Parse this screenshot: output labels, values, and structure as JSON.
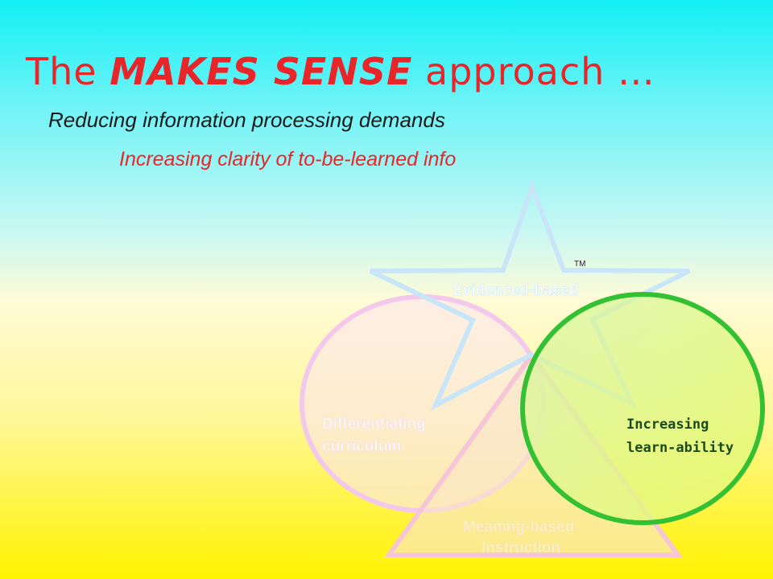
{
  "slide": {
    "title_prefix": "The ",
    "title_emphasis": "MAKES SENSE",
    "title_suffix": " approach …",
    "subtitle": "Reducing information processing demands",
    "subtitle2": "Increasing clarity of to-be-learned info"
  },
  "diagram": {
    "trademark": "TM",
    "star_label": "Evidenced-based",
    "circle_label_line1": "Differentiating",
    "circle_label_line2": "curriculum",
    "triangle_label_line1": "Meaning-based",
    "triangle_label_line2": "Instruction",
    "green_label_line1": "Increasing",
    "green_label_line2": "learn-ability"
  },
  "colors": {
    "title_red": "#e8262a",
    "star_outline": "#c8e6f8",
    "circle_outline": "#f4c8ec",
    "triangle_outline": "#f8c8d8",
    "green_outline": "#33c033"
  }
}
